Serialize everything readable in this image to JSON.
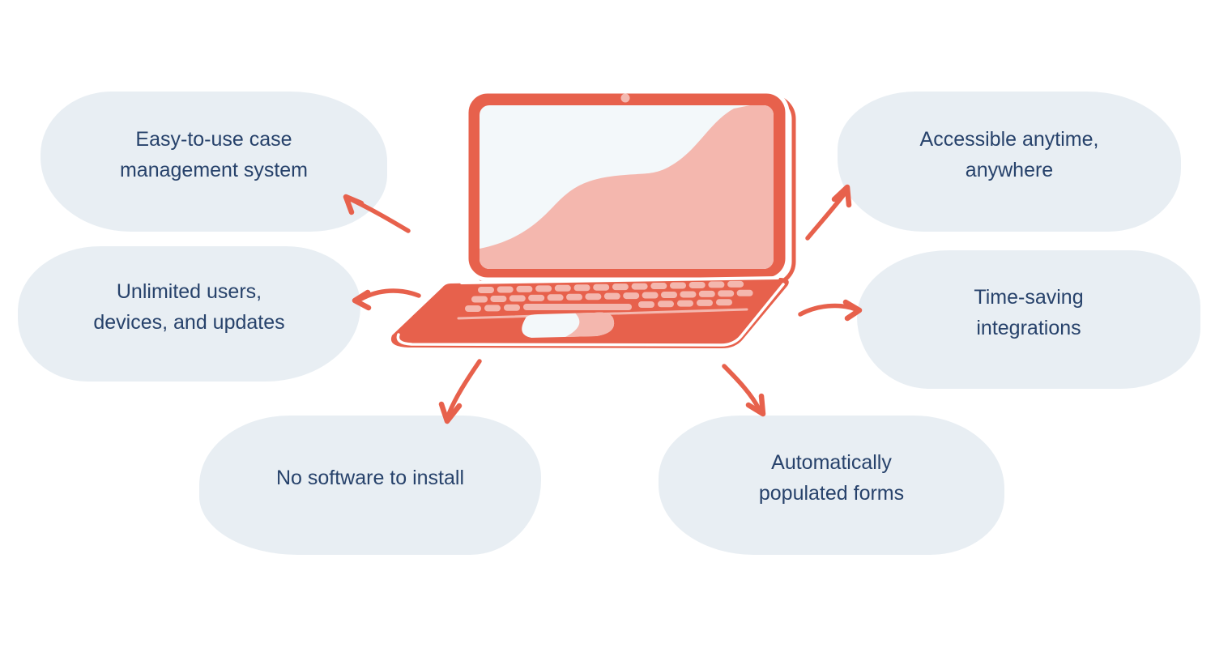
{
  "palette": {
    "coral": "#E7614C",
    "pink": "#F4B7AE",
    "pink_light": "#F3B9B0",
    "screen_bg": "#F3F8FA",
    "bubble_bg": "#E8EEF3",
    "text_navy": "#27426B",
    "background": "#FFFFFF"
  },
  "diagram": {
    "center_illustration": "laptop-with-rising-area-chart",
    "features": [
      {
        "position": "top-left",
        "label": "Easy-to-use case management system",
        "lines": [
          "Easy-to-use case",
          "management system"
        ]
      },
      {
        "position": "middle-left",
        "label": "Unlimited users, devices, and updates",
        "lines": [
          "Unlimited users,",
          "devices, and updates"
        ]
      },
      {
        "position": "bottom-left",
        "label": "No software to install",
        "lines": [
          "No software to install"
        ]
      },
      {
        "position": "top-right",
        "label": "Accessible anytime, anywhere",
        "lines": [
          "Accessible anytime,",
          "anywhere"
        ]
      },
      {
        "position": "middle-right",
        "label": "Time-saving integrations",
        "lines": [
          "Time-saving",
          "integrations"
        ]
      },
      {
        "position": "bottom-right",
        "label": "Automatically populated forms",
        "lines": [
          "Automatically",
          "populated forms"
        ]
      }
    ]
  }
}
